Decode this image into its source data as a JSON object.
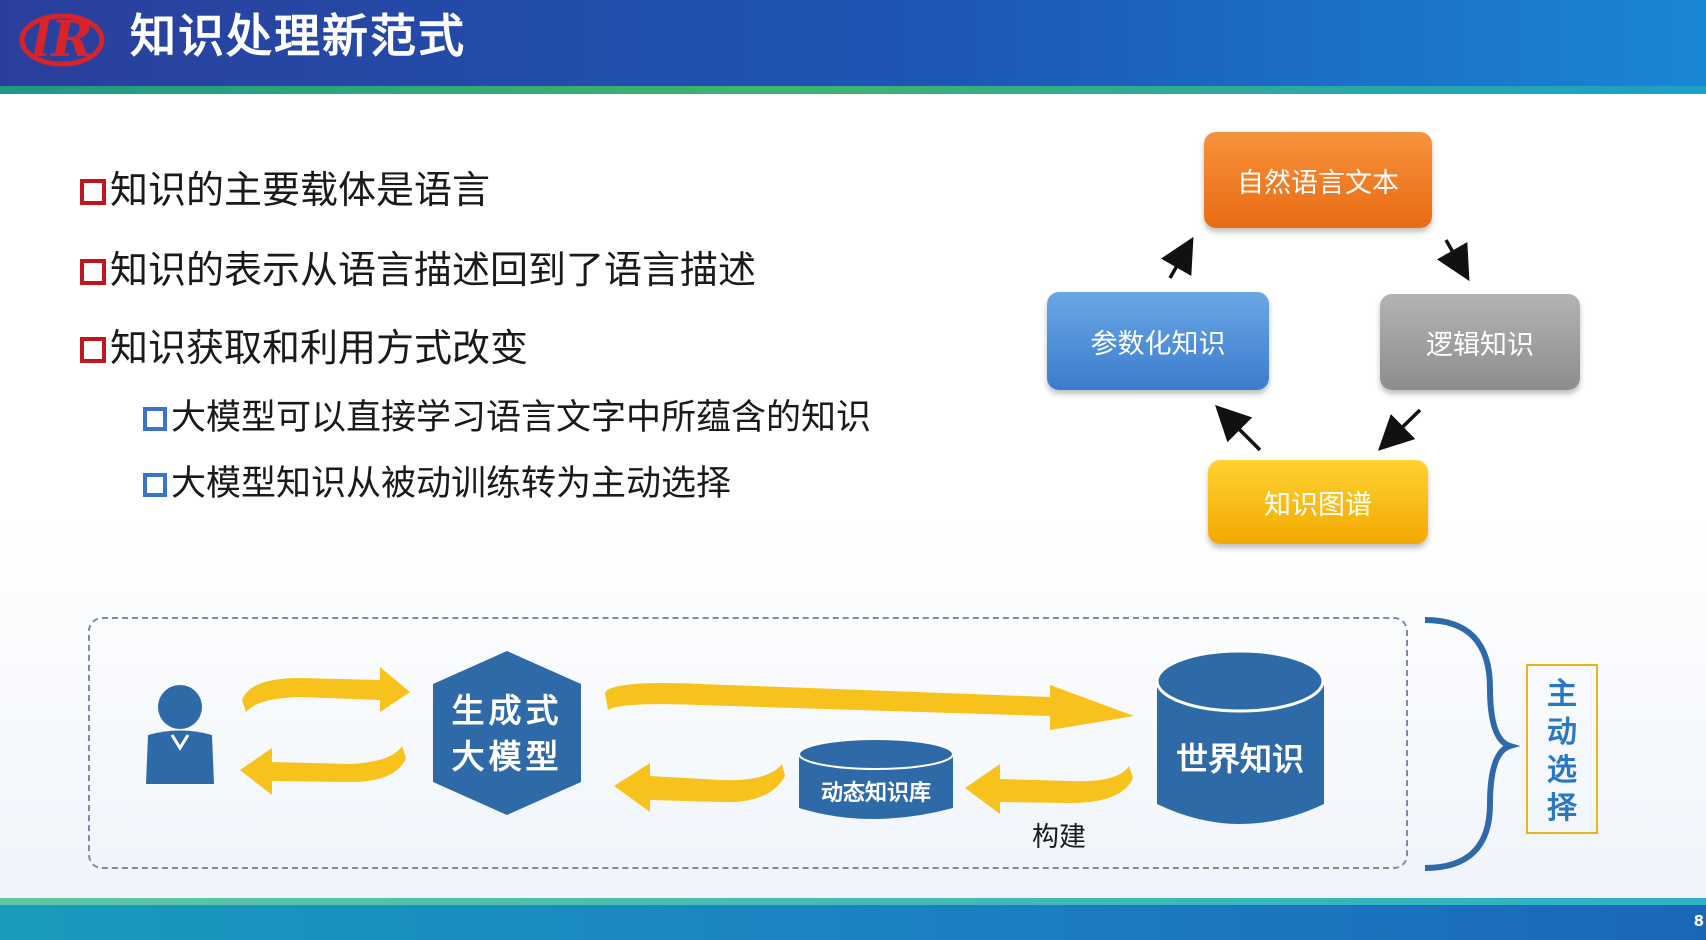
{
  "header": {
    "title": "知识处理新范式"
  },
  "bullets": [
    {
      "text": "知识的主要载体是语言"
    },
    {
      "text": "知识的表示从语言描述回到了语言描述"
    },
    {
      "text": "知识获取和利用方式改变"
    }
  ],
  "sub_bullets": [
    {
      "text": "大模型可以直接学习语言文字中所蕴含的知识"
    },
    {
      "text": "大模型知识从被动训练转为主动选择"
    }
  ],
  "cycle": {
    "top": "自然语言文本",
    "right": "逻辑知识",
    "bottom": "知识图谱",
    "left": "参数化知识"
  },
  "flow": {
    "model_line1": "生成式",
    "model_line2": "大模型",
    "dynamic_kb": "动态知识库",
    "world_knowledge": "世界知识",
    "build_label": "构建",
    "side_label": "主动选择"
  },
  "footer": {
    "page_number": "8"
  },
  "colors": {
    "header_blue": "#1d56b5",
    "bullet_red": "#c0161d",
    "bullet_blue": "#3a74c9",
    "arrow_yellow": "#f7c21b",
    "shape_blue": "#2e6aa8",
    "orange": "#ed7420",
    "gray": "#9a9a9a",
    "yellow": "#f5b400"
  }
}
